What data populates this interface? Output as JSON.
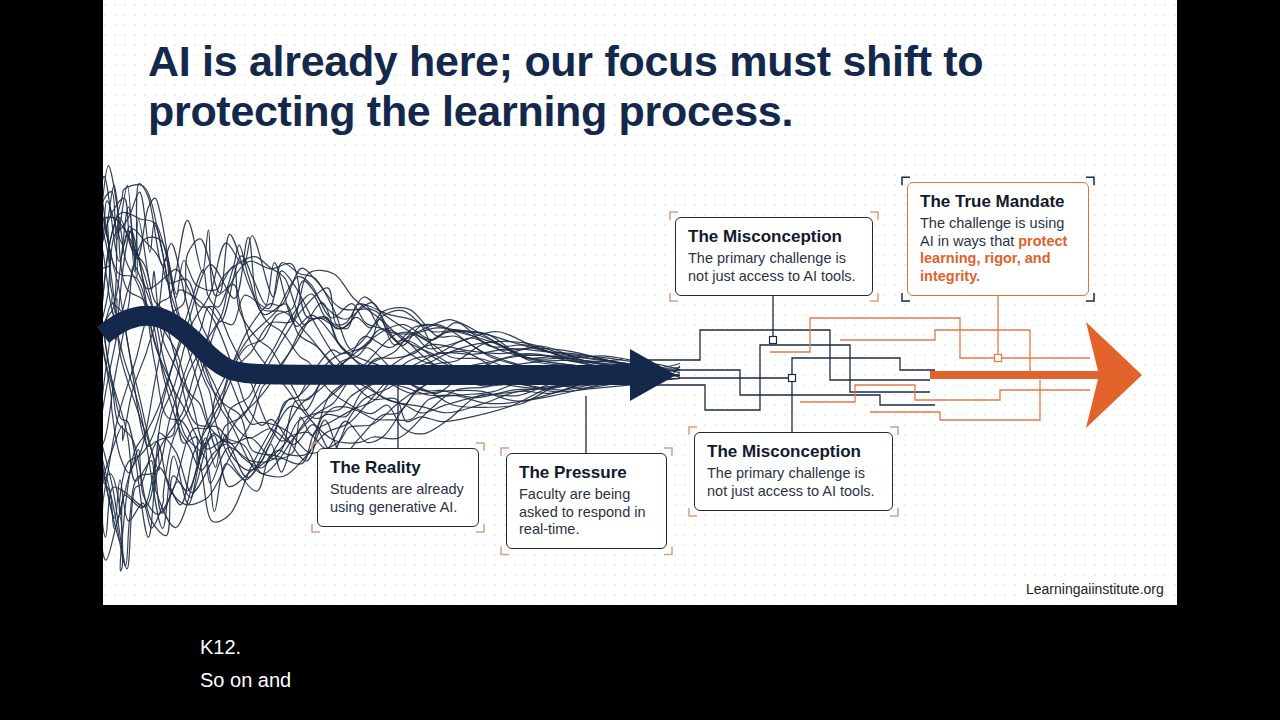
{
  "diagram": {
    "title": "AI is already here; our focus must shift to protecting the learning process.",
    "nodes": [
      {
        "text": [
          "The Reality",
          "Students are already using generative AI."
        ]
      },
      {
        "text": [
          "The Pressure",
          "Faculty are being asked to respond in real-time."
        ]
      },
      {
        "text": [
          "The Misconception",
          "The primary challenge is not just access to AI tools."
        ]
      },
      {
        "text": [
          "The Misconception",
          "The primary challenge is not just access to AI tools."
        ]
      },
      {
        "text": [
          "The True Mandate",
          "The challenge is using AI in ways that",
          "protect learning, rigor, and integrity."
        ]
      }
    ],
    "labels": [
      "Learningaiinstitute.org",
      "K12.",
      "So on and"
    ]
  }
}
